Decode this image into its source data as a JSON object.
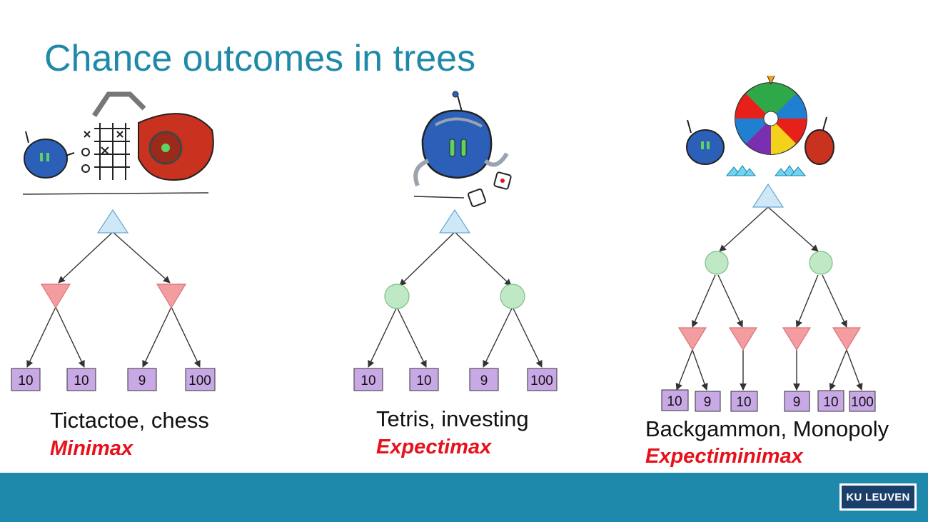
{
  "slide": {
    "title": "Chance outcomes in trees"
  },
  "trees": [
    {
      "caption": "Tictactoe, chess",
      "algorithm": "Minimax",
      "leaves": [
        "10",
        "10",
        "9",
        "100"
      ]
    },
    {
      "caption": "Tetris, investing",
      "algorithm": "Expectimax",
      "leaves": [
        "10",
        "10",
        "9",
        "100"
      ]
    },
    {
      "caption": "Backgammon, Monopoly",
      "algorithm": "Expectiminimax",
      "leaves": [
        "10",
        "9",
        "10",
        "9",
        "10",
        "100"
      ]
    }
  ],
  "footer": {
    "logo_text": "KU LEUVEN"
  },
  "colors": {
    "title": "#1f8aa8",
    "max_node": "#cfe8f8",
    "min_node": "#f39da0",
    "chance_node": "#bfe8c4",
    "leaf": "#c9a8e6",
    "algorithm": "#e8101a",
    "footer": "#1e89ab"
  },
  "icons": [
    "robot-playing-tictactoe",
    "robot-with-dice",
    "robots-with-prize-wheel"
  ]
}
